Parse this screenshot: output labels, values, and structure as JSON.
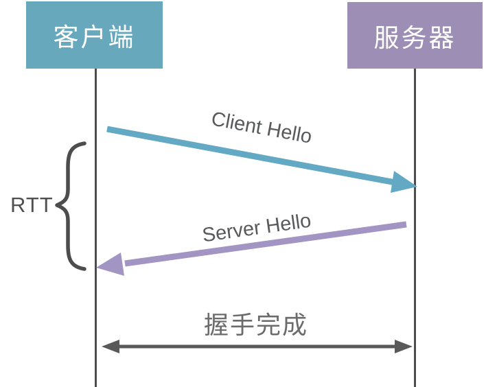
{
  "actors": {
    "client": {
      "label": "客户端",
      "color": "#68a8bd"
    },
    "server": {
      "label": "服务器",
      "color": "#9c8eb5"
    }
  },
  "messages": {
    "client_hello": {
      "label": "Client Hello",
      "color": "#64a9c3"
    },
    "server_hello": {
      "label": "Server Hello",
      "color": "#a295c4"
    }
  },
  "annotations": {
    "rtt_label": "RTT",
    "handshake_label": "握手完成"
  },
  "colors": {
    "lifeline": "#4c4c4c",
    "brace": "#4d4d4d",
    "message_label_text": "#58595b",
    "rtt_text": "#4f4f4f",
    "handshake_text": "#6b6b6b",
    "double_arrow": "#595959",
    "actor_text": "#ffffff"
  }
}
